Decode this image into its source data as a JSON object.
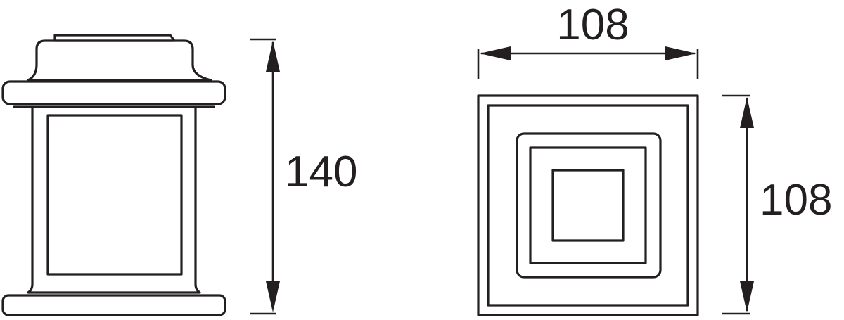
{
  "drawing": {
    "front_view": {
      "height_dimension": "140"
    },
    "top_view": {
      "width_dimension": "108",
      "depth_dimension": "108"
    }
  }
}
